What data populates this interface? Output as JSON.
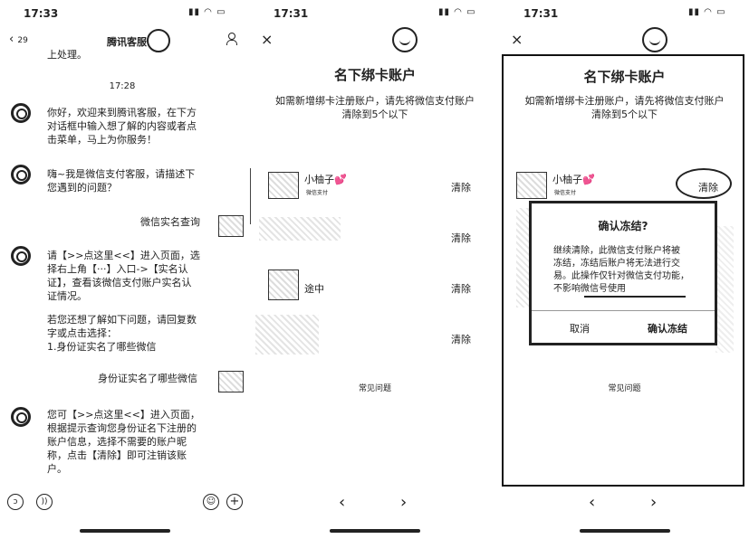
{
  "panel1": {
    "time": "17:33",
    "back_count": "29",
    "title": "腾讯客服",
    "partial_top": "上处理。",
    "timestamp": "17:28",
    "msg1": "你好，欢迎来到腾讯客服，在下方\n对话框中输入想了解的内容或者点\n击菜单，马上为你服务！",
    "msg2": "嗨~我是微信支付客服，请描述下\n您遇到的问题？",
    "user_msg1": "微信实名查询",
    "msg3": "请【>>点这里<<】进入页面，选\n择右上角【···】入口->【实名认\n证】，查看该微信支付账户实名认\n证情况。",
    "msg4": "若您还想了解如下问题，请回复数\n字或点击选择：\n1.身份证实名了哪些微信",
    "user_msg2": "身份证实名了哪些微信",
    "msg5": "您可【>>点这里<<】进入页面，\n根据提示查询您身份证名下注册的\n账户信息，选择不需要的账户昵\n称，点击【清除】即可注销该账\n户。"
  },
  "panel2": {
    "time": "17:31",
    "title": "名下绑卡账户",
    "desc": "如需新增绑卡注册账户，请先将微信支付账户\n清除到5个以下",
    "account1_name": "小柚子💕",
    "account1_sub": "微信支付",
    "account3_name": "途中",
    "clear_label": "清除",
    "footer_link": "常见问题"
  },
  "panel3": {
    "time": "17:31",
    "title": "名下绑卡账户",
    "desc": "如需新增绑卡注册账户，请先将微信支付账户\n清除到5个以下",
    "account1_name": "小柚子💕",
    "account1_sub": "微信支付",
    "clear_label": "清除",
    "dialog_title": "确认冻结?",
    "dialog_body": "继续清除，此微信支付账户将被\n冻结，冻结后账户将无法进行交\n易。此操作仅针对微信支付功能，\n不影响微信号使用",
    "cancel_label": "取消",
    "confirm_label": "确认冻结",
    "footer_link": "常见问题"
  }
}
